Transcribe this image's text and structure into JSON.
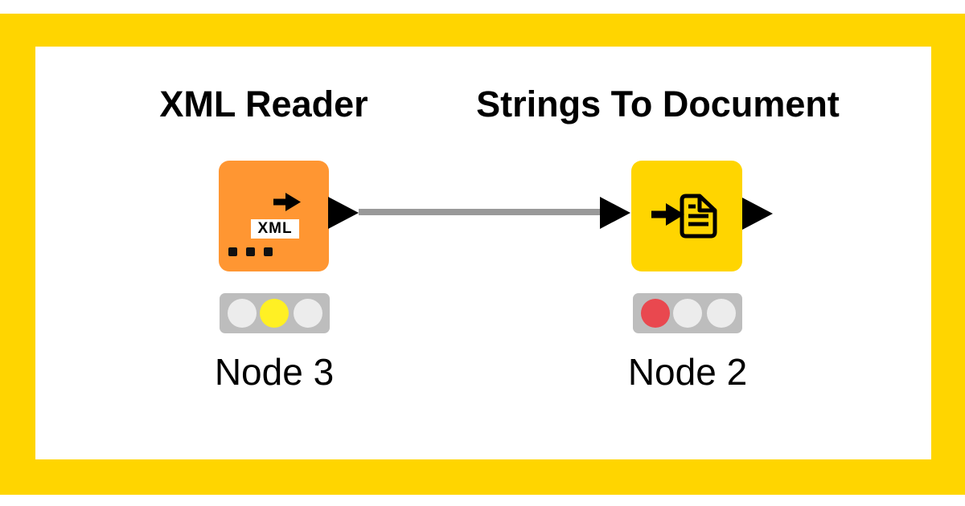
{
  "page": {
    "background_color": "#FFFFFF",
    "frame_color": "#FFD500",
    "canvas_color": "#FFFFFF"
  },
  "workflow": {
    "connector": {
      "color": "#999999"
    },
    "port_color": "#000000",
    "nodes": [
      {
        "title": "XML Reader",
        "label": "Node 3",
        "body_color": "#FF9632",
        "icon": "xml-reader-icon",
        "icon_badge": "XML",
        "status": "configured",
        "light_bg": "#BDBDBD",
        "lights": [
          {
            "state": "off",
            "color": "#ECECEC"
          },
          {
            "state": "on",
            "color": "#FFF024"
          },
          {
            "state": "off",
            "color": "#ECECEC"
          }
        ]
      },
      {
        "title": "Strings To Document",
        "label": "Node 2",
        "body_color": "#FFD500",
        "icon": "strings-to-document-icon",
        "status": "not-configured",
        "light_bg": "#BDBDBD",
        "lights": [
          {
            "state": "on",
            "color": "#E9484F"
          },
          {
            "state": "off",
            "color": "#ECECEC"
          },
          {
            "state": "off",
            "color": "#ECECEC"
          }
        ]
      }
    ]
  }
}
